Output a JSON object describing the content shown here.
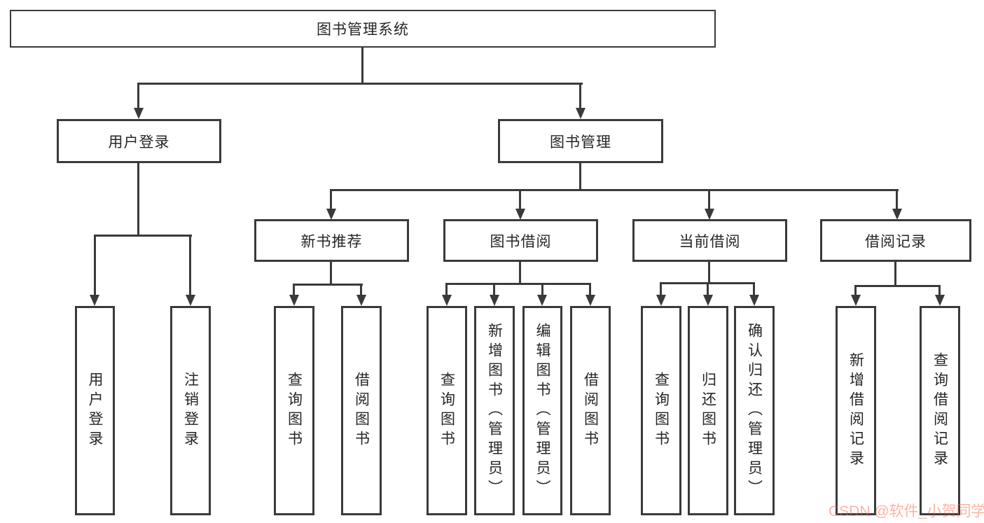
{
  "diagram": {
    "root": {
      "label": "图书管理系统"
    },
    "level2": [
      {
        "label": "用户登录"
      },
      {
        "label": "图书管理"
      }
    ],
    "level3": [
      {
        "label": "新书推荐"
      },
      {
        "label": "图书借阅"
      },
      {
        "label": "当前借阅"
      },
      {
        "label": "借阅记录"
      }
    ],
    "leaves": {
      "user_login": [
        {
          "label": "用户登录"
        },
        {
          "label": "注销登录"
        }
      ],
      "new_book_recommend": [
        {
          "label": "查询图书"
        },
        {
          "label": "借阅图书"
        }
      ],
      "book_borrowing": [
        {
          "label": "查询图书"
        },
        {
          "label": "新增图书（管理员）"
        },
        {
          "label": "编辑图书（管理员）"
        },
        {
          "label": "借阅图书"
        }
      ],
      "current_borrowing": [
        {
          "label": "查询图书"
        },
        {
          "label": "归还图书"
        },
        {
          "label": "确认归还（管理员）"
        }
      ],
      "borrowing_records": [
        {
          "label": "新增借阅记录"
        },
        {
          "label": "查询借阅记录"
        }
      ]
    },
    "watermark": "CSDN @软件_小贺同学",
    "colors": {
      "line": "#3a3a3a",
      "text": "#262626",
      "watermark": "#fc5531",
      "background": "#ffffff"
    }
  }
}
